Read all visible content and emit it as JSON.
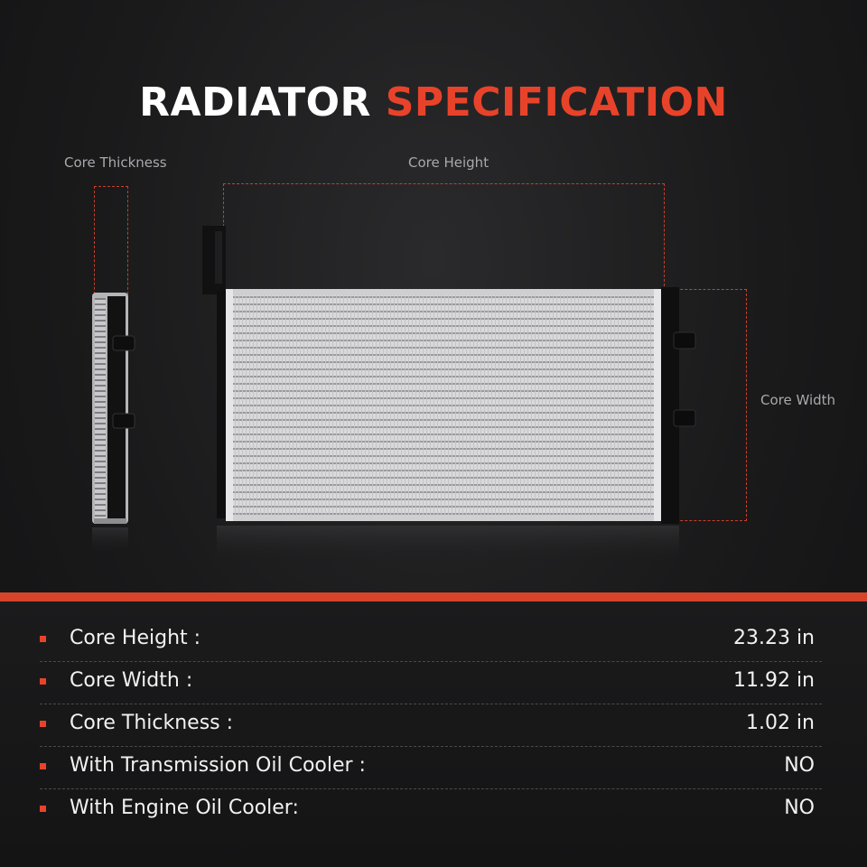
{
  "title": {
    "part1": "RADIATOR",
    "part2": "SPECIFICATION"
  },
  "labels": {
    "core_thickness": "Core Thickness",
    "core_height": "Core Height",
    "core_width": "Core Width"
  },
  "specs": [
    {
      "label": "Core Height :",
      "value": "23.23 in"
    },
    {
      "label": "Core Width :",
      "value": "11.92 in"
    },
    {
      "label": "Core Thickness :",
      "value": "1.02 in"
    },
    {
      "label": "With Transmission Oil Cooler :",
      "value": "NO"
    },
    {
      "label": "With Engine Oil Cooler:",
      "value": "NO"
    }
  ],
  "colors": {
    "accent": "#e8432a",
    "background": "#1a1a1b",
    "text": "#ffffff"
  }
}
